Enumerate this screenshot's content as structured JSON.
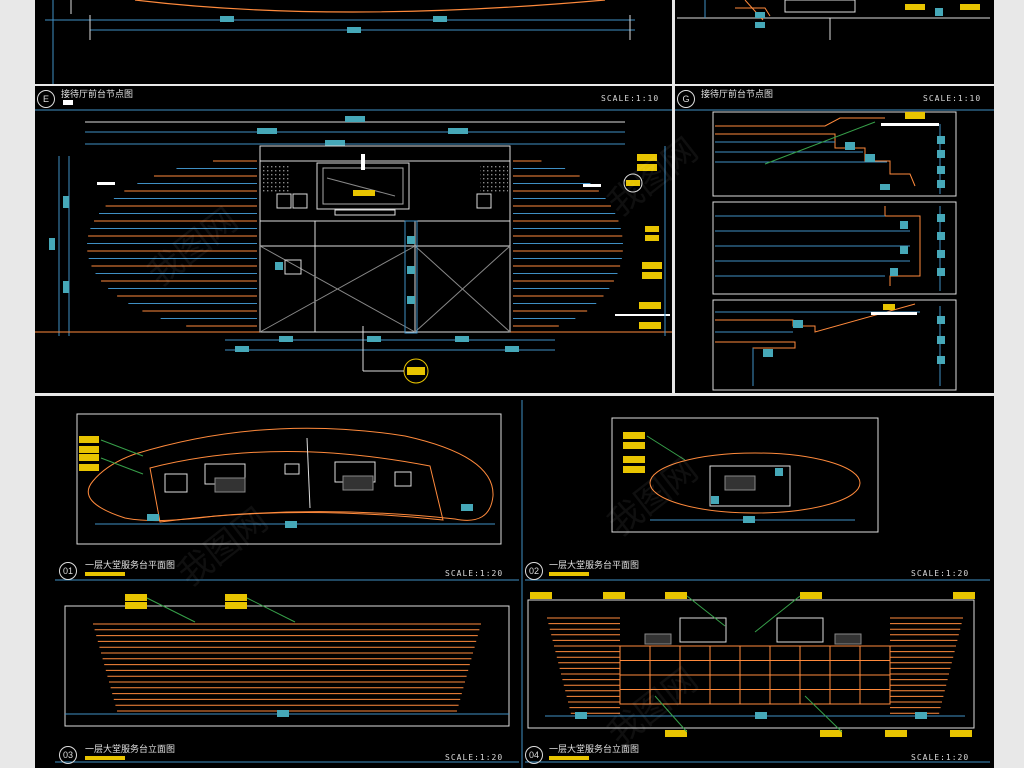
{
  "colors": {
    "orange": "#ff8a3c",
    "blue": "#3f8fc4",
    "yellow": "#e8c400",
    "cyan": "#46a8b8",
    "white": "#ffffff",
    "green": "#37a04a"
  },
  "top": {
    "panel_e": {
      "circle": "E",
      "title": "接待厅前台节点图",
      "scale": "SCALE:1:10"
    },
    "panel_g": {
      "circle": "G",
      "title": "接待厅前台节点图",
      "scale": "SCALE:1:10"
    }
  },
  "bottom": {
    "panel_01": {
      "circle": "01",
      "title": "一层大堂服务台平面图",
      "scale": "SCALE:1:20"
    },
    "panel_02": {
      "circle": "02",
      "title": "一层大堂服务台平面图",
      "scale": "SCALE:1:20"
    },
    "panel_03": {
      "circle": "03",
      "title": "一层大堂服务台立面图",
      "scale": "SCALE:1:20"
    },
    "panel_04": {
      "circle": "04",
      "title": "一层大堂服务台立面图",
      "scale": "SCALE:1:20"
    }
  },
  "watermark": "我图网"
}
